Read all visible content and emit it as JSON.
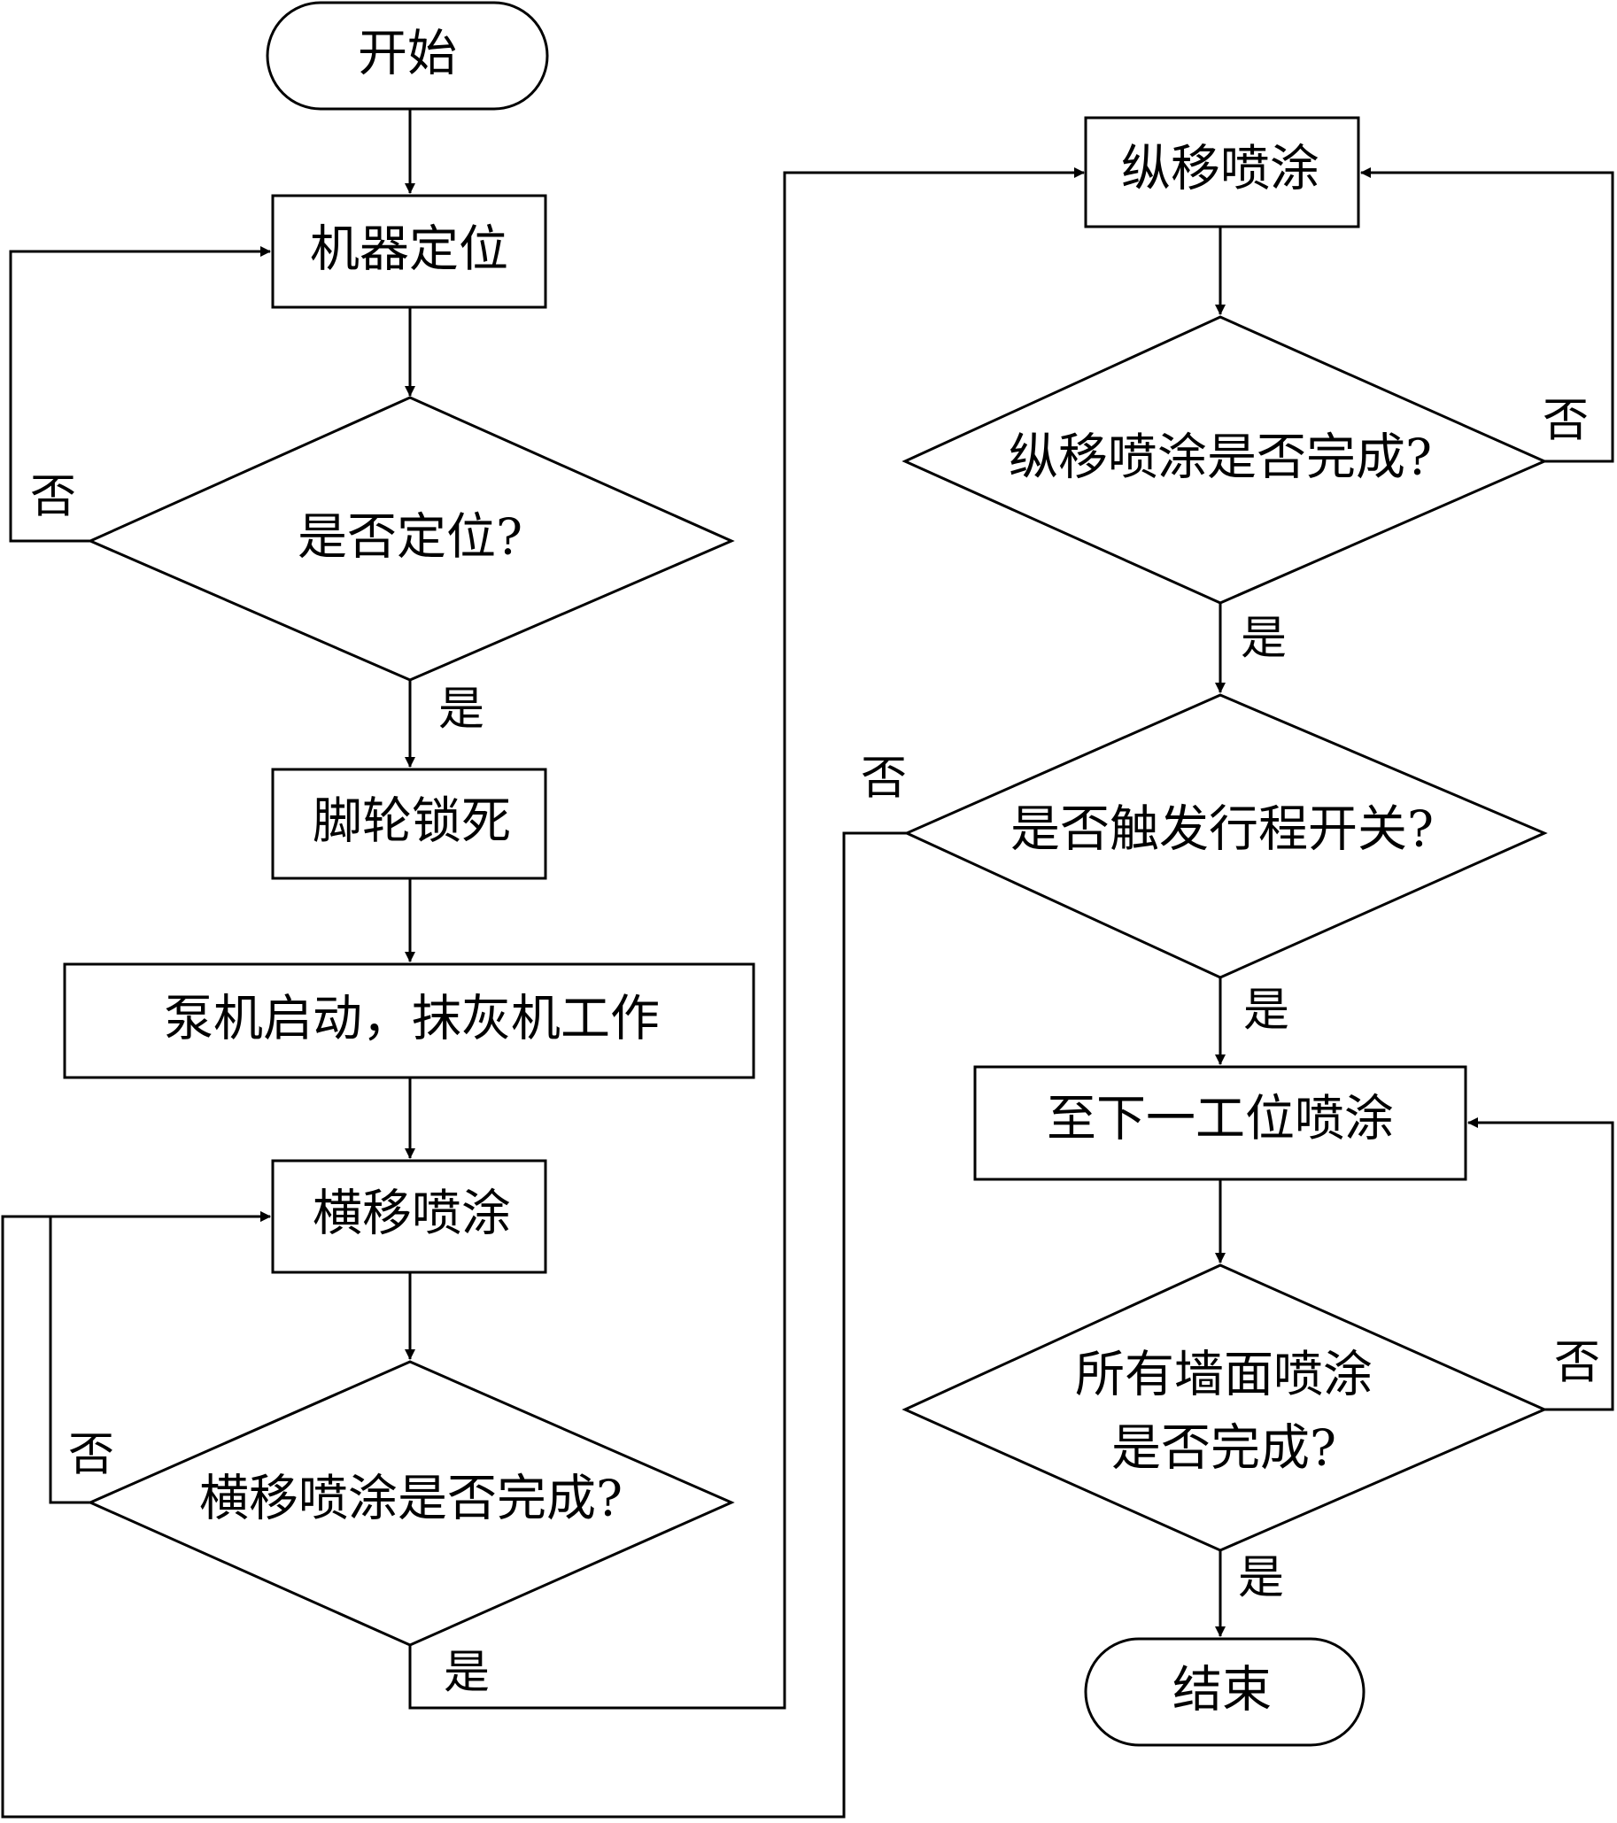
{
  "nodes": {
    "start": "开始",
    "machine_positioning": "机器定位",
    "is_positioned": "是否定位?",
    "caster_lock": "脚轮锁死",
    "pump_start": "泵机启动，抹灰机工作",
    "horizontal_spray": "横移喷涂",
    "horizontal_done": "横移喷涂是否完成?",
    "vertical_spray": "纵移喷涂",
    "vertical_done": "纵移喷涂是否完成?",
    "limit_switch": "是否触发行程开关?",
    "next_station": "至下一工位喷涂",
    "all_walls_line1": "所有墙面喷涂",
    "all_walls_line2": "是否完成?",
    "end": "结束"
  },
  "edges": {
    "yes": "是",
    "no": "否"
  }
}
